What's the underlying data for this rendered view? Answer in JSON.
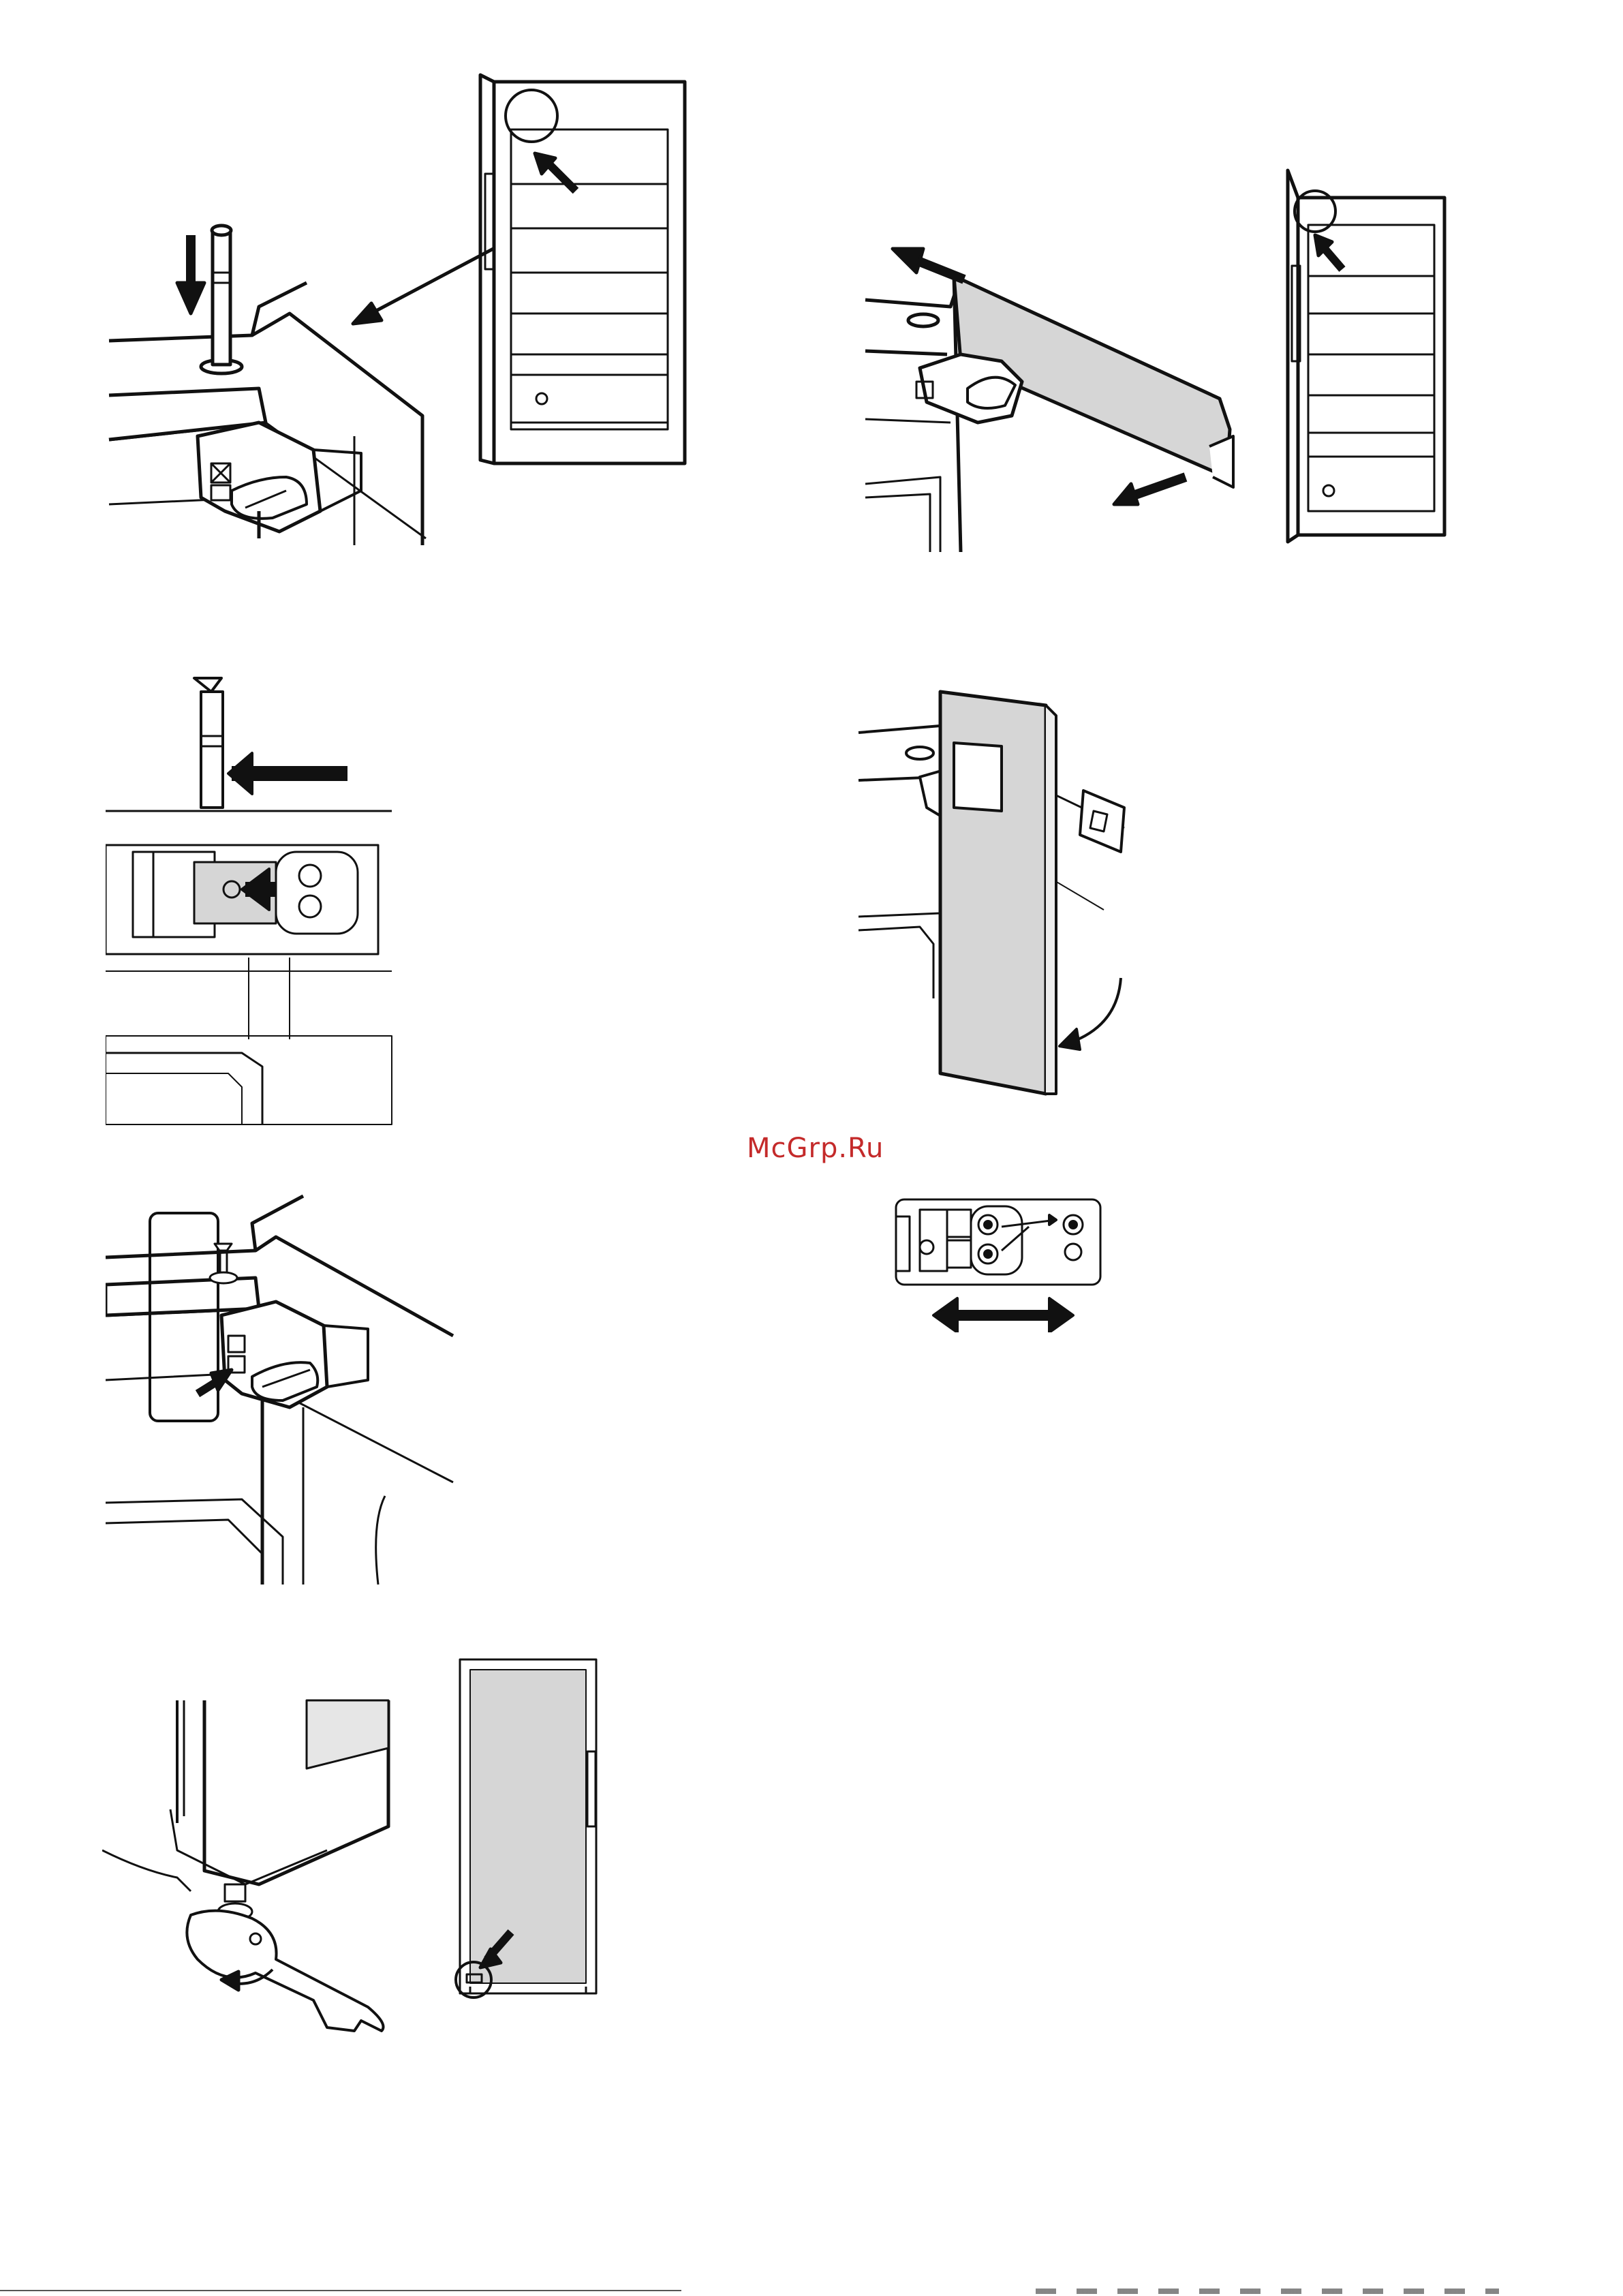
{
  "watermark": "McGrp.Ru",
  "figures": [
    {
      "id": "fig-1",
      "icon": "hinge-pin-insert"
    },
    {
      "id": "fig-2",
      "icon": "hinge-cover-remove"
    },
    {
      "id": "fig-3",
      "icon": "hinge-pin-lock"
    },
    {
      "id": "fig-4",
      "icon": "door-swing"
    },
    {
      "id": "fig-5",
      "icon": "hinge-plate-adjust"
    },
    {
      "id": "fig-6",
      "icon": "hinge-screw"
    },
    {
      "id": "fig-7",
      "icon": "foot-adjust-wrench"
    }
  ],
  "colors": {
    "line": "#111111",
    "fill_grey": "#d6d6d6",
    "watermark": "#c42a2a"
  }
}
